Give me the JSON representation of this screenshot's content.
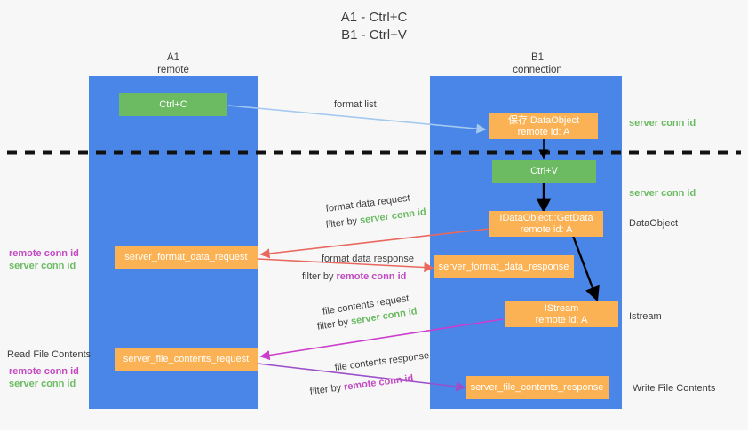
{
  "title": {
    "line1": "A1 - Ctrl+C",
    "line2": "B1 - Ctrl+V"
  },
  "lanes": [
    {
      "id": "a1",
      "name": "A1",
      "sub": "remote"
    },
    {
      "id": "b1",
      "name": "B1",
      "sub": "connection"
    }
  ],
  "colors": {
    "lane": "#4a86e8",
    "green_box": "#6cbb63",
    "orange_box": "#fbb254",
    "green_text": "#6cbb63",
    "purple_text": "#c24ac2",
    "arrow_blue": "#a4c8ef",
    "arrow_red": "#e8685e",
    "arrow_black": "#000000",
    "arrow_magenta": "#cc3dcc",
    "arrow_purple": "#9b4fc8",
    "background": "#f7f7f7",
    "text": "#3c3c3c"
  },
  "boxes": {
    "ctrl_c": {
      "line1": "Ctrl+C"
    },
    "save_idataobject": {
      "line1": "保存IDataObject",
      "line2": "remote id: A"
    },
    "ctrl_v": {
      "line1": "Ctrl+V"
    },
    "getdata": {
      "line1": "IDataObject::GetData",
      "line2": "remote id: A"
    },
    "format_data_request": {
      "line1": "server_format_data_request"
    },
    "format_data_response": {
      "line1": "server_format_data_response"
    },
    "istream": {
      "line1": "IStream",
      "line2": "remote id: A"
    },
    "file_contents_request": {
      "line1": "server_file_contents_request"
    },
    "file_contents_response": {
      "line1": "server_file_contents_response"
    }
  },
  "edge_labels": {
    "format_list": "format list",
    "format_data_request": "format data request",
    "format_data_request_filter_prefix": "filter by ",
    "format_data_request_filter_value": "server conn id",
    "format_data_response": "format data response",
    "format_data_response_filter_prefix": "filter by ",
    "format_data_response_filter_value": "remote conn id",
    "file_contents_request": "file contents request",
    "file_contents_request_filter_prefix": "filter by ",
    "file_contents_request_filter_value": "server conn id",
    "file_contents_response": "file contents response",
    "file_contents_response_filter_prefix": "filter by ",
    "file_contents_response_filter_value": "remote conn id"
  },
  "side_labels": {
    "server_conn_id_top": "server conn id",
    "server_conn_id_mid": "server conn id",
    "dataobject": "DataObject",
    "istream": "Istream",
    "write_file_contents": "Write File Contents",
    "read_file_contents": "Read File Contents",
    "left_remote_conn_id_1": "remote conn id",
    "left_server_conn_id_1": "server conn id",
    "left_remote_conn_id_2": "remote conn id",
    "left_server_conn_id_2": "server conn id"
  }
}
